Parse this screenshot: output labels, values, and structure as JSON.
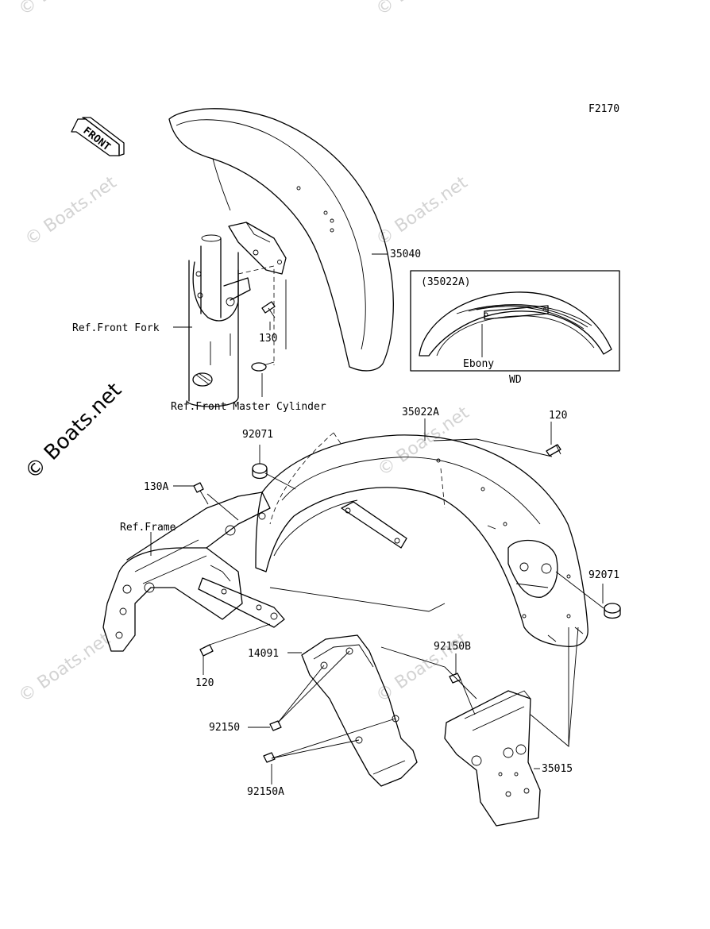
{
  "figure_code": "F2170",
  "direction_marker": "FRONT",
  "watermark": "© Boats.net",
  "inset": {
    "part_number": "(35022A)",
    "finish_label": "Ebony",
    "caption": "WD"
  },
  "callouts": {
    "p35040": "35040",
    "p130": "130",
    "ref_front_fork": "Ref.Front Fork",
    "ref_front_master_cylinder": "Ref.Front Master Cylinder",
    "p35022A": "35022A",
    "p120_top": "120",
    "p92071_left": "92071",
    "p130A": "130A",
    "ref_frame": "Ref.Frame",
    "p92071_right": "92071",
    "p120_bottom": "120",
    "p14091": "14091",
    "p92150B": "92150B",
    "p92150": "92150",
    "p92150A": "92150A",
    "p35015": "35015"
  }
}
